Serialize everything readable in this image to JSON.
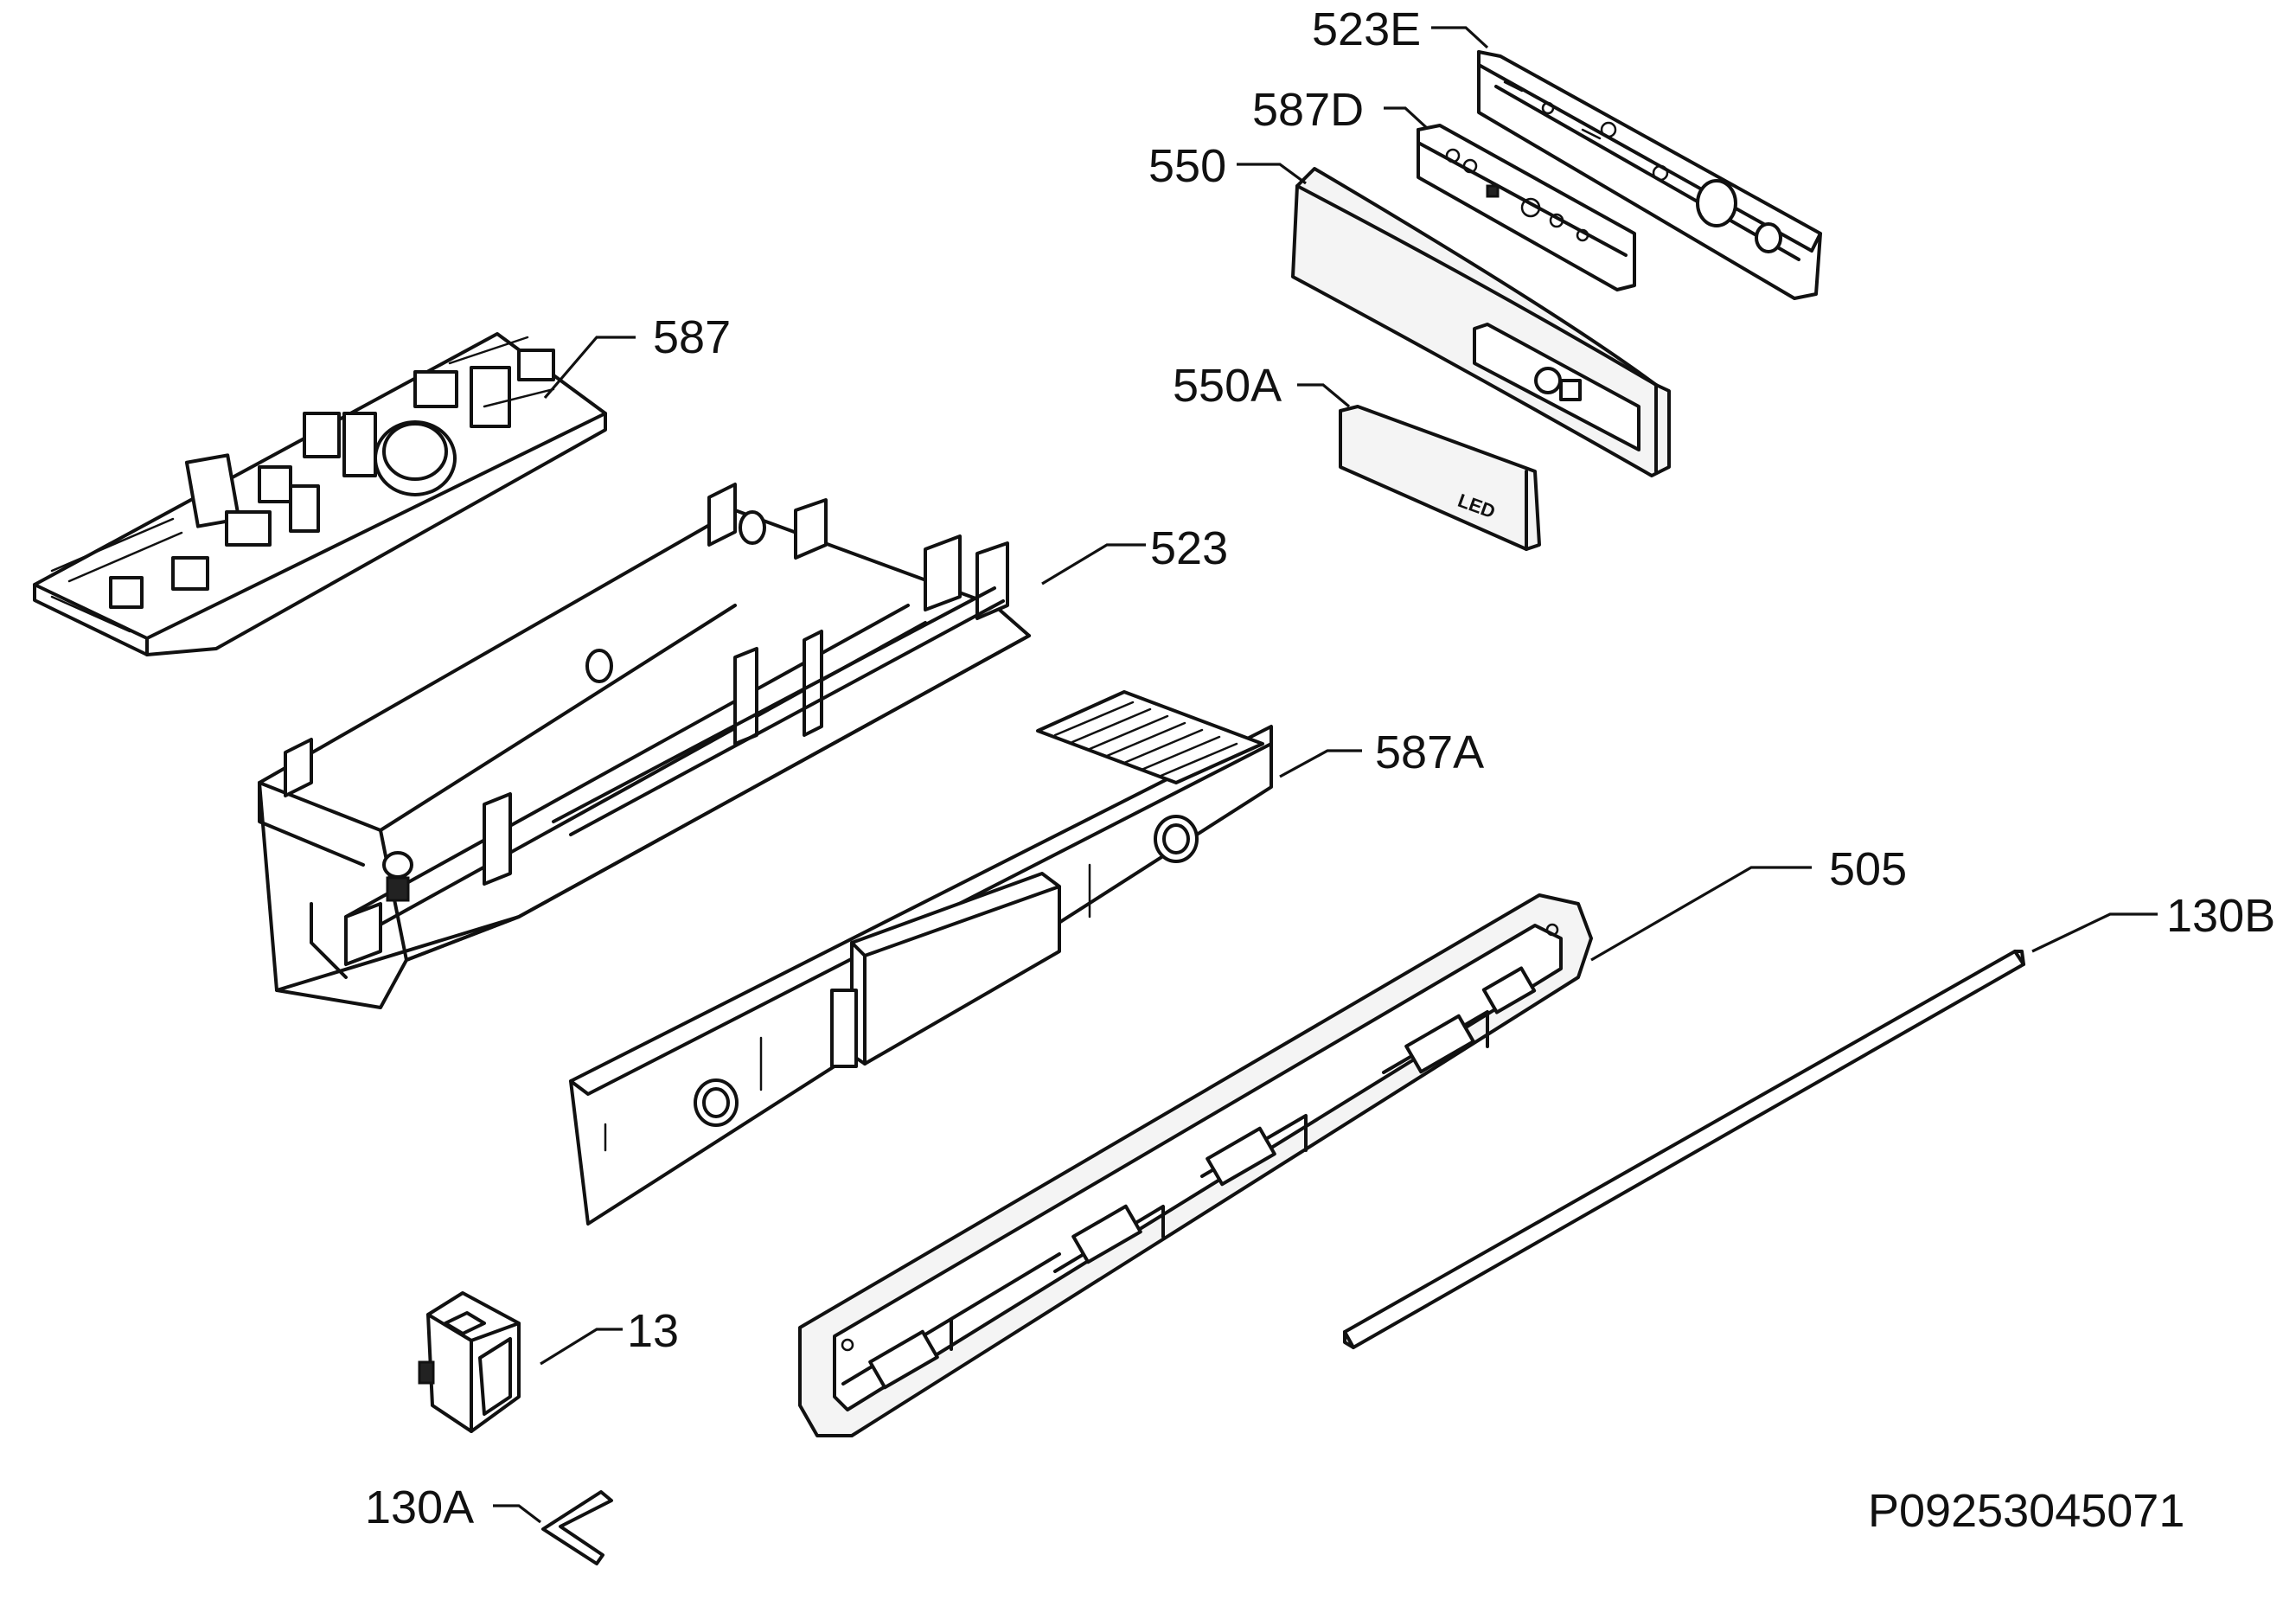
{
  "labels": {
    "l523E": "523E",
    "l587D": "587D",
    "l550": "550",
    "l550A": "550A",
    "l587": "587",
    "l523": "523",
    "l587A": "587A",
    "l505": "505",
    "l130B": "130B",
    "l13": "13",
    "l130A": "130A"
  },
  "led_text": "LED",
  "drawing_number": "P09253045071"
}
